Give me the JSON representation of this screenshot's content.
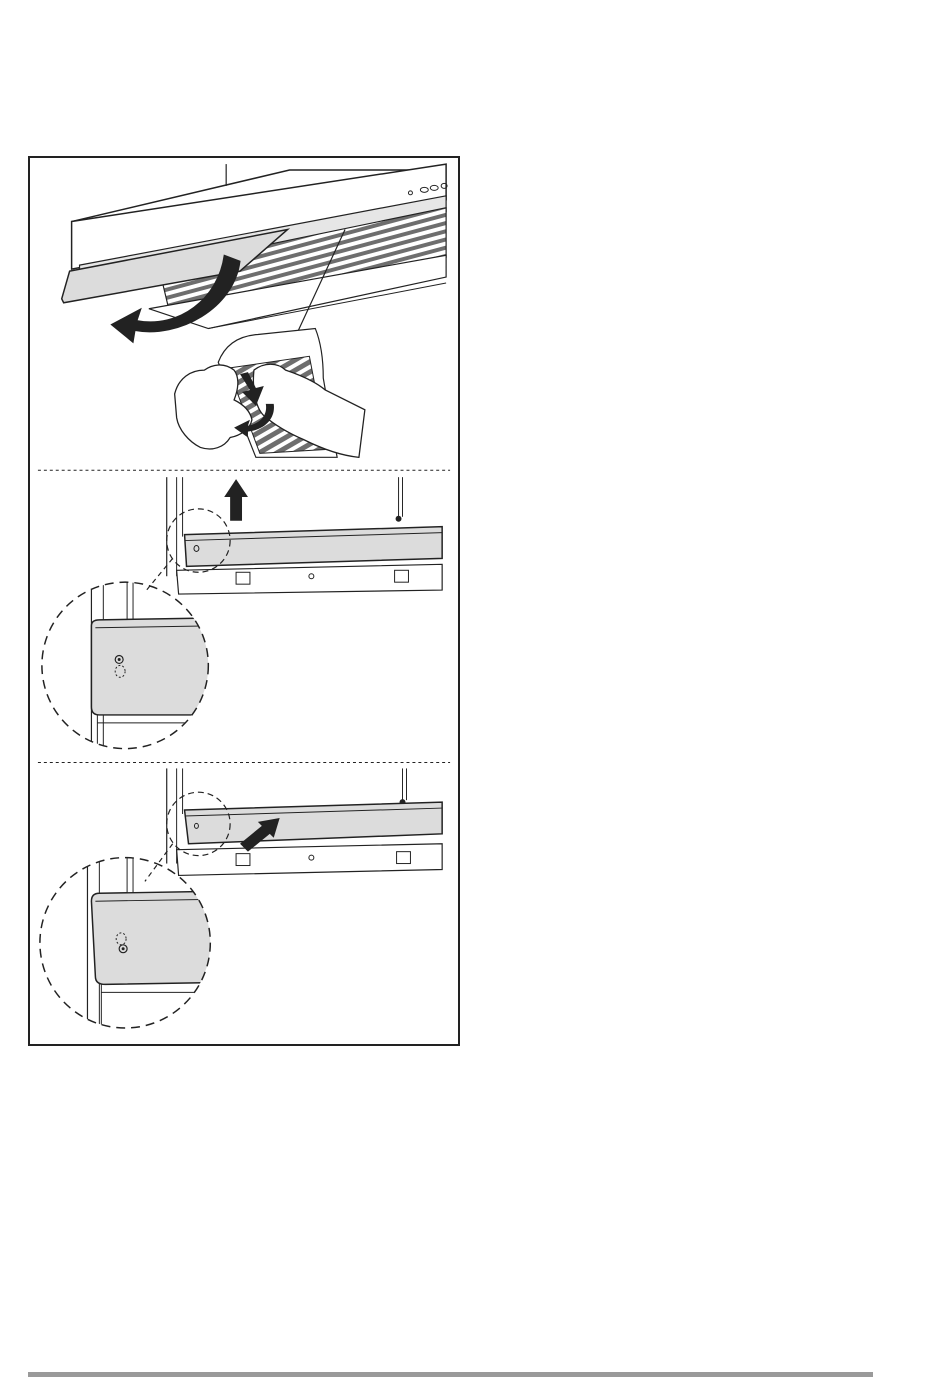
{
  "colors": {
    "line": "#222222",
    "panel_fill": "#dcdcdc",
    "panel_fill_dark": "#bdbdbd",
    "grille_fill": "#6e6e6e",
    "footer_rule": "#9a9a9a",
    "background": "#ffffff"
  },
  "figure": {
    "steps": [
      {
        "name": "step-open-panel-remove-filter",
        "arrows": [
          "curved-arrow-swing-down",
          "filter-release-arrow"
        ]
      },
      {
        "name": "step-lift-front-panel",
        "arrows": [
          "up-arrow"
        ]
      },
      {
        "name": "step-pull-front-panel-out",
        "arrows": [
          "down-left-arrow"
        ]
      }
    ]
  }
}
